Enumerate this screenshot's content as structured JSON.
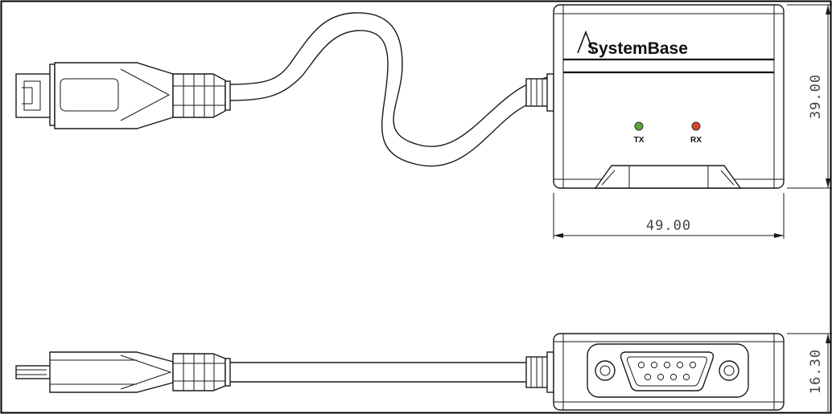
{
  "brand": {
    "name": "SystemBase"
  },
  "leds": {
    "tx": {
      "label": "TX",
      "color": "#5aa83a"
    },
    "rx": {
      "label": "RX",
      "color": "#d9442a"
    }
  },
  "dimensions": {
    "width": "49.00",
    "height": "39.00",
    "thickness": "16.30"
  },
  "colors": {
    "line": "#1a1a1a",
    "frame": "#000000"
  }
}
